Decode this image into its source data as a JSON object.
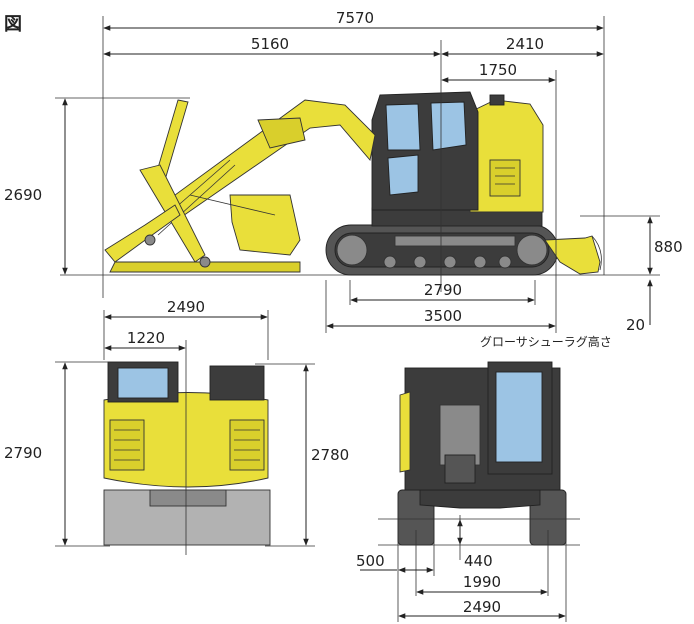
{
  "figure_label": "図",
  "side_view": {
    "overall_length": "7570",
    "front_reach": "5160",
    "rear_length": "2410",
    "tail_length": "1750",
    "height_boom": "2690",
    "blade_height": "880",
    "tumbler_distance": "2790",
    "track_length": "3500"
  },
  "grouser": {
    "value": "20",
    "label": "グローサシューラグ高さ"
  },
  "front_view": {
    "width": "2490",
    "cab_offset": "1220",
    "height_left": "2790",
    "height_right": "2780"
  },
  "rear_view": {
    "shoe_width": "500",
    "clearance": "440",
    "track_gauge": "1990",
    "overall_width": "2490"
  },
  "colors": {
    "body": "#e9df3a",
    "glass": "#9cc4e4",
    "track": "#555555",
    "line": "#222222"
  }
}
